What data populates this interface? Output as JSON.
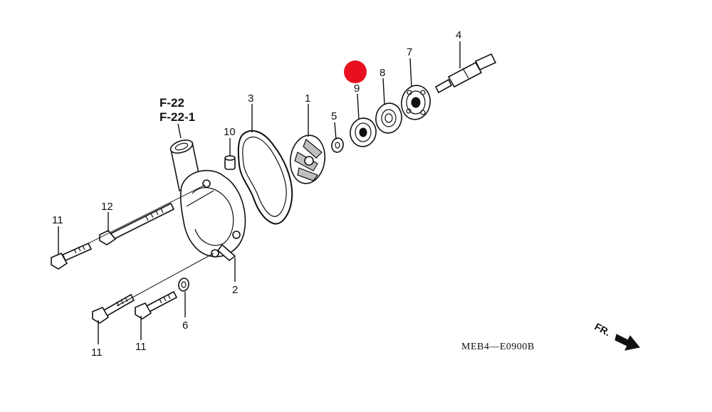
{
  "diagram": {
    "refs": [
      "F-22",
      "F-22-1"
    ],
    "callouts": [
      {
        "id": "c1",
        "label": "1"
      },
      {
        "id": "c2",
        "label": "2"
      },
      {
        "id": "c3",
        "label": "3"
      },
      {
        "id": "c4",
        "label": "4"
      },
      {
        "id": "c5",
        "label": "5"
      },
      {
        "id": "c6",
        "label": "6"
      },
      {
        "id": "c7",
        "label": "7"
      },
      {
        "id": "c8",
        "label": "8"
      },
      {
        "id": "c9",
        "label": "9"
      },
      {
        "id": "c10",
        "label": "10"
      },
      {
        "id": "c11a",
        "label": "11"
      },
      {
        "id": "c11b",
        "label": "11"
      },
      {
        "id": "c11c",
        "label": "11"
      },
      {
        "id": "c12",
        "label": "12"
      }
    ],
    "code": "MEB4—E0900B",
    "direction_label": "FR.",
    "marker_color": "#e8101e"
  }
}
